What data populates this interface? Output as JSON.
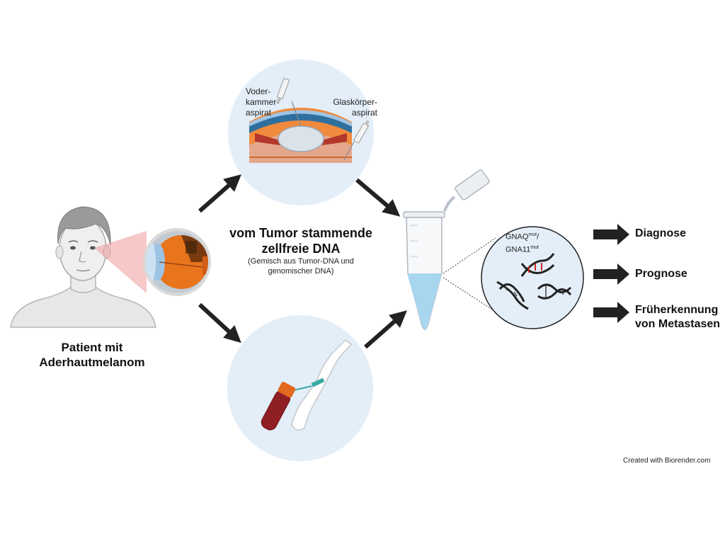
{
  "labels": {
    "patient": [
      "Patient mit",
      "Aderhautmelanom"
    ],
    "cfdna_title": [
      "vom Tumor stammende",
      "zellfreie DNA"
    ],
    "cfdna_subtitle": [
      "(Gemisch aus Tumor-DNA und",
      "genomischer DNA)"
    ],
    "anterior_chamber": [
      "Voder-",
      "kammer-",
      "aspirat"
    ],
    "vitreous": [
      "Glaskörper-",
      "aspirat"
    ],
    "gene_1": {
      "base": "GNAQ",
      "sup": "mut",
      "suffix": "/"
    },
    "gene_2": {
      "base": "GNA11",
      "sup": "mut"
    }
  },
  "outcomes": [
    {
      "lines": [
        "Diagnose"
      ]
    },
    {
      "lines": [
        "Prognose"
      ]
    },
    {
      "lines": [
        "Früherkennung",
        "von Metastasen"
      ]
    }
  ],
  "credit": "Created with Biorender.com",
  "colors": {
    "arrow": "#222222",
    "circle_bg": "#e3eef8",
    "tube_liquid": "#a9d6ef",
    "iris_orange": "#e8741c",
    "blood": "#8f1f24",
    "tube_cap": "#e3691f",
    "tourniquet": "#3aa9a4"
  }
}
